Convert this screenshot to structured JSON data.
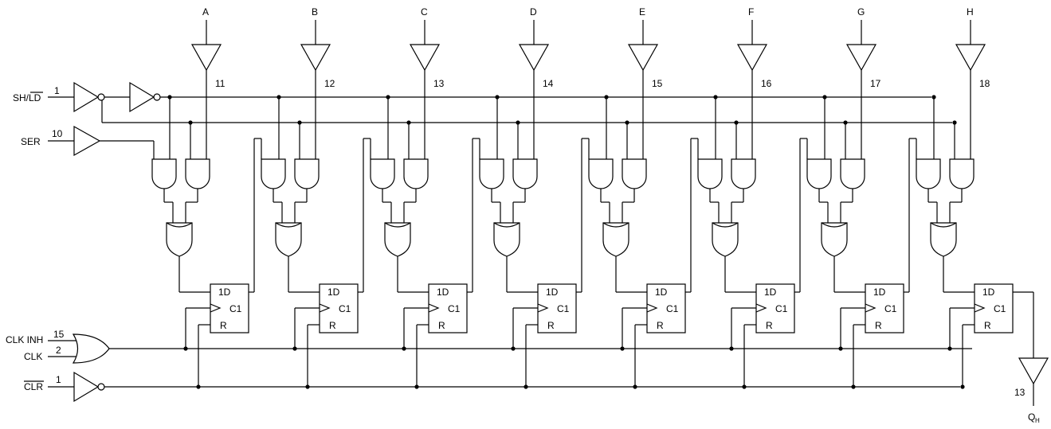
{
  "inputs": {
    "shld_label": "SH/LD",
    "shld_pin": "1",
    "ser_label": "SER",
    "ser_pin": "10",
    "clkinh_label": "CLK INH",
    "clkinh_pin": "15",
    "clk_label": "CLK",
    "clk_pin": "2",
    "clr_label": "CLR",
    "clr_pin": "1"
  },
  "data_inputs": [
    {
      "label": "A",
      "pin": "11"
    },
    {
      "label": "B",
      "pin": "12"
    },
    {
      "label": "C",
      "pin": "13"
    },
    {
      "label": "D",
      "pin": "14"
    },
    {
      "label": "E",
      "pin": "15"
    },
    {
      "label": "F",
      "pin": "16"
    },
    {
      "label": "G",
      "pin": "17"
    },
    {
      "label": "H",
      "pin": "18"
    }
  ],
  "flipflop": {
    "d": "1D",
    "c": "C1",
    "r": "R"
  },
  "output": {
    "label": "Q",
    "sub": "H",
    "pin": "13"
  }
}
